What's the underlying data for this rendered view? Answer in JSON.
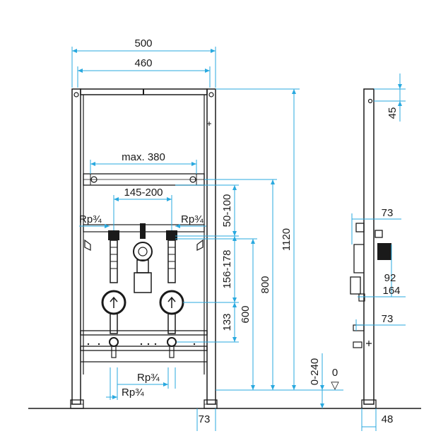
{
  "labels": {
    "w500": "500",
    "w460": "460",
    "max380": "max. 380",
    "w145_200": "145-200",
    "rp_left": "Rp¾",
    "rp_right": "Rp¾",
    "h50_100": "50-100",
    "h156_178": "156-178",
    "h133": "133",
    "h600": "600",
    "h800": "800",
    "h1120": "1120",
    "rp_bottom1": "Rp¾",
    "rp_bottom2": "Rp¾",
    "b73": "73",
    "h0_240": "0-240",
    "zero": "0",
    "zero_symbol": "▽",
    "s45": "45",
    "s73_top": "73",
    "s92": "92",
    "s164": "164",
    "s73_mid": "73",
    "s48": "48"
  },
  "colors": {
    "dimension": "#29a9df",
    "frame": "#1a1a1a"
  }
}
